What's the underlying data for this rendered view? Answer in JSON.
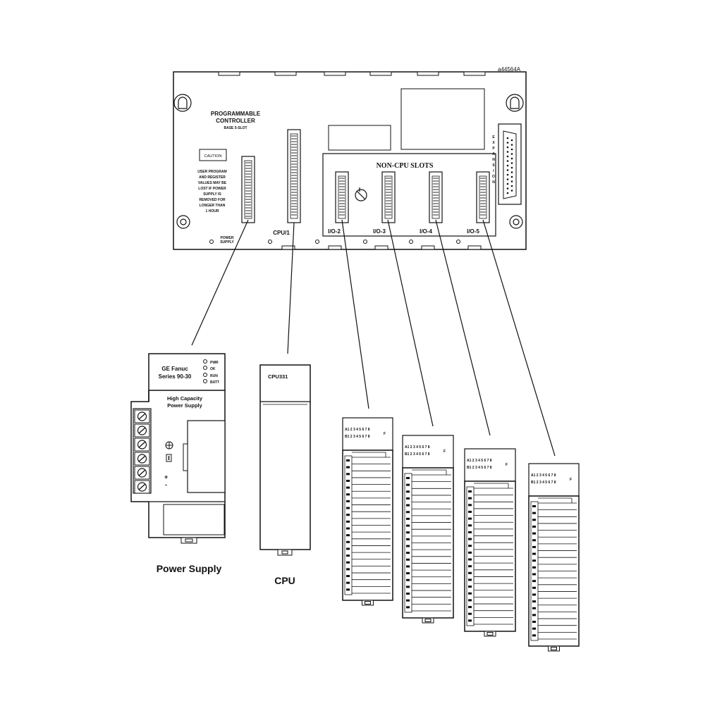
{
  "figure_id": "a44564A",
  "baseplate": {
    "title_line1": "PROGRAMMABLE",
    "title_line2": "CONTROLLER",
    "title_line3": "BASE 5-SLOT",
    "caution_label": "CAUTION",
    "warning_lines": [
      "USER PROGRAM",
      "AND REGISTER",
      "VALUES MAY BE",
      "LOST IF POWER",
      "SUPPLY IS",
      "REMOVED FOR",
      "LONGER THAN",
      "1 HOUR"
    ],
    "non_cpu_label": "NON-CPU SLOTS",
    "expansion_label": "EXPANSION",
    "power_supply_slot": "POWER SUPPLY",
    "cpu_slot": "CPU/1",
    "io_slots": [
      "I/O-2",
      "I/O-3",
      "I/O-4",
      "I/O-5"
    ]
  },
  "power_supply": {
    "brand_line1": "GE Fanuc",
    "brand_line2": "Series 90-30",
    "leds": [
      "PWR",
      "OK",
      "RUN",
      "BATT"
    ],
    "desc_line1": "High Capacity",
    "desc_line2": "Power Supply",
    "caption": "Power Supply"
  },
  "cpu": {
    "model": "CPU331",
    "caption": "CPU"
  },
  "io_module": {
    "row_a": "A1 2 3 4 5 6 7 8",
    "row_b": "B1 2 3 4 5 6 7 8",
    "suffix": "F"
  },
  "colors": {
    "line": "#111111",
    "background": "#ffffff"
  }
}
